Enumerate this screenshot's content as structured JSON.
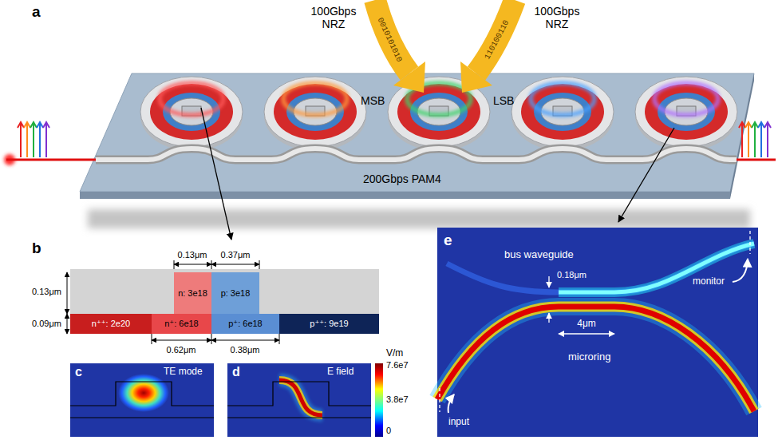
{
  "diagram": {
    "nodes": [
      {
        "text": [
          "n: 3e18"
        ]
      },
      {
        "text": [
          "p: 3e18"
        ]
      },
      {
        "text": [
          "n⁺⁺: 2e20"
        ]
      },
      {
        "text": [
          "n⁺: 6e18"
        ]
      },
      {
        "text": [
          "p⁺: 6e18"
        ]
      },
      {
        "text": [
          "p⁺⁺: 9e19"
        ]
      }
    ],
    "labels": [
      "a",
      "100Gbps NRZ",
      "100Gbps NRZ",
      "0010101010",
      "110100110",
      "MSB",
      "LSB",
      "200Gbps PAM4",
      "b",
      "0.13μm",
      "0.37μm",
      "0.13μm",
      "0.09μm",
      "0.62μm",
      "0.38μm",
      "c",
      "TE mode",
      "d",
      "E field",
      "V/m",
      "7.6e7",
      "3.8e7",
      "0",
      "e",
      "bus waveguide",
      "0.18μm",
      "4μm",
      "monitor",
      "microring",
      "input"
    ]
  }
}
